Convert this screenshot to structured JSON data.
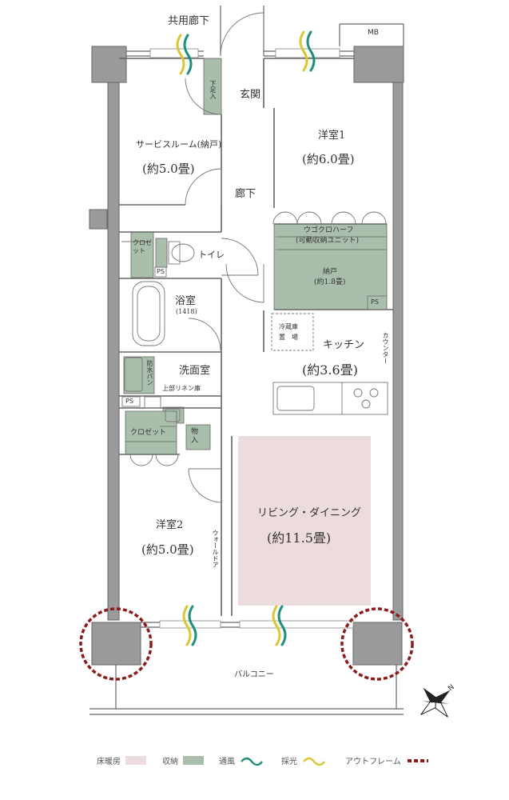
{
  "colors": {
    "wall": "#8a8a8a",
    "line": "#666666",
    "storage": "#a9bfab",
    "floor_heating": "#ecdcdd",
    "wind": "#1d8f7c",
    "light": "#d9c733",
    "outframe": "#8c1c1c"
  },
  "labels": {
    "corridor_common": "共用廊下",
    "mb": "MB",
    "shoe_storage": "下足入",
    "entrance": "玄関",
    "service_room": "サービスルーム(納戸)",
    "service_room_area": "(約5.0畳)",
    "western1": "洋室1",
    "western1_area": "(約6.0畳)",
    "hallway": "廊下",
    "closet_small": "クロゼット",
    "toilet": "トイレ",
    "ps": "PS",
    "ugoku_half": "ウゴクロハーフ",
    "movable_unit": "(可動収納ユニット)",
    "nando": "納戸",
    "nando_area": "(約1.8畳)",
    "bath": "浴室",
    "bath_size": "(1418)",
    "fridge": "冷蔵庫",
    "fridge_place": "置　場",
    "kitchen": "キッチン",
    "kitchen_area": "(約3.6畳)",
    "counter": "カウンター",
    "washroom": "洗面室",
    "waterproof_pan": "防水パン",
    "upper_linen": "上部リネン庫",
    "closet": "クロゼット",
    "storage_item": "物入",
    "western2": "洋室2",
    "western2_area": "(約5.0畳)",
    "wall_door": "ウォールドア",
    "living": "リビング・ダイニング",
    "living_area": "(約11.5畳)",
    "balcony": "バルコニー",
    "north": "N"
  },
  "legend": {
    "floor_heating": "床暖房",
    "storage": "収納",
    "ventilation": "通風",
    "lighting": "採光",
    "outframe": "アウトフレーム"
  }
}
